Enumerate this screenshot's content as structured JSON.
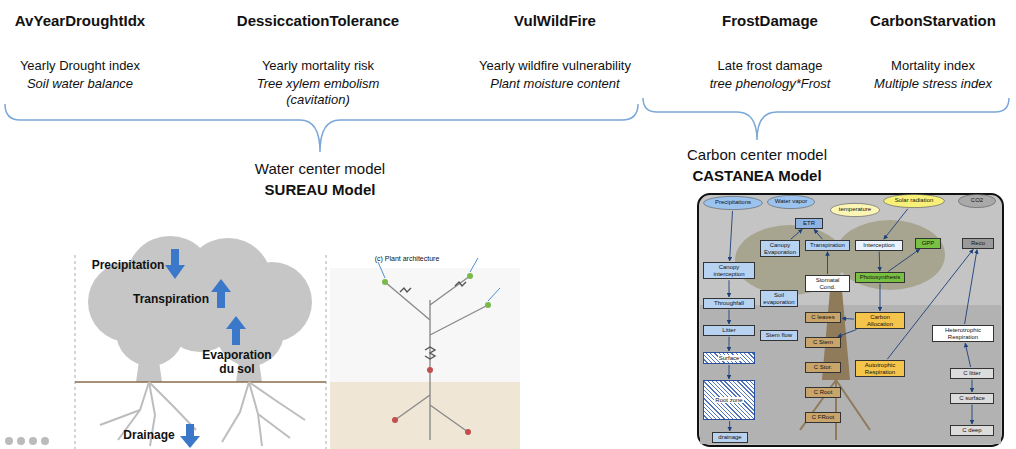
{
  "diagram": {
    "nodes": [
      {
        "text": [
          "Precipitations"
        ]
      },
      {
        "text": [
          "Water vapor"
        ]
      },
      {
        "text": [
          "temperature"
        ]
      },
      {
        "text": [
          "Solar radiation"
        ]
      },
      {
        "text": [
          "CO2"
        ]
      },
      {
        "text": [
          "ETR"
        ]
      },
      {
        "text": [
          "Canopy Evaporation"
        ]
      },
      {
        "text": [
          "Transpiration"
        ]
      },
      {
        "text": [
          "Interception"
        ]
      },
      {
        "text": [
          "GPP"
        ]
      },
      {
        "text": [
          "Reco"
        ]
      },
      {
        "text": [
          "Canopy interception"
        ]
      },
      {
        "text": [
          "Stomatal Cond."
        ]
      },
      {
        "text": [
          "Photosynthesis"
        ]
      },
      {
        "text": [
          "Soil evaporation"
        ]
      },
      {
        "text": [
          "Throughfall"
        ]
      },
      {
        "text": [
          "C leaves"
        ]
      },
      {
        "text": [
          "Carbon Allocation"
        ]
      },
      {
        "text": [
          "Litter"
        ]
      },
      {
        "text": [
          "Heterotrophic Respiration"
        ]
      },
      {
        "text": [
          "Stem flow"
        ]
      },
      {
        "text": [
          "C Stem"
        ]
      },
      {
        "text": [
          "Surface"
        ]
      },
      {
        "text": [
          "Autotrophic Respiration"
        ]
      },
      {
        "text": [
          "C Stor."
        ]
      },
      {
        "text": [
          "C litter"
        ]
      },
      {
        "text": [
          "Root zone"
        ]
      },
      {
        "text": [
          "C Root"
        ]
      },
      {
        "text": [
          "C surface"
        ]
      },
      {
        "text": [
          "C FRoot"
        ]
      },
      {
        "text": [
          "C deep"
        ]
      },
      {
        "text": [
          "drainage"
        ]
      }
    ],
    "edges": [
      {
        "from": 0,
        "to": 11,
        "arrow": "to"
      },
      {
        "from": 11,
        "to": 15,
        "arrow": "to"
      },
      {
        "from": 15,
        "to": 18,
        "arrow": "to"
      },
      {
        "from": 18,
        "to": 22,
        "arrow": "to"
      },
      {
        "from": 22,
        "to": 26,
        "arrow": "to"
      },
      {
        "from": 26,
        "to": 31,
        "arrow": "to"
      },
      {
        "from": 6,
        "to": 5,
        "arrow": "to"
      },
      {
        "from": 7,
        "to": 5,
        "arrow": "to"
      },
      {
        "from": 12,
        "to": 7,
        "arrow": "to"
      },
      {
        "from": 3,
        "to": 8,
        "arrow": "to"
      },
      {
        "from": 8,
        "to": 13,
        "arrow": "to"
      },
      {
        "from": 13,
        "to": 9,
        "arrow": "to"
      },
      {
        "from": 13,
        "to": 17,
        "arrow": "to"
      },
      {
        "from": 17,
        "to": 16,
        "arrow": "to"
      },
      {
        "from": 17,
        "to": 21,
        "arrow": "to"
      },
      {
        "from": 23,
        "to": 10,
        "arrow": "to"
      },
      {
        "from": 19,
        "to": 10,
        "arrow": "to"
      },
      {
        "from": 25,
        "to": 19,
        "arrow": "to"
      },
      {
        "from": 25,
        "to": 28,
        "arrow": "to"
      },
      {
        "from": 28,
        "to": 30,
        "arrow": "to"
      }
    ],
    "labels": [
      "AvYearDroughtIdx",
      "DessiccationTolerance",
      "VulWildFire",
      "FrostDamage",
      "CarbonStarvation",
      "Yearly Drought index",
      "Yearly mortality risk",
      "Yearly wildfire vulnerability",
      "Late frost damage",
      "Mortality index",
      "Soil water balance",
      "Tree xylem embolism (cavitation)",
      "Plant moisture content",
      "tree phenology*Frost",
      "Multiple stress index",
      "Water center model",
      "SUREAU Model",
      "Carbon center model",
      "CASTANEA Model",
      "Precipitation",
      "Transpiration",
      "Evaporation du sol",
      "Drainage",
      "(c) Plant architecture"
    ]
  }
}
